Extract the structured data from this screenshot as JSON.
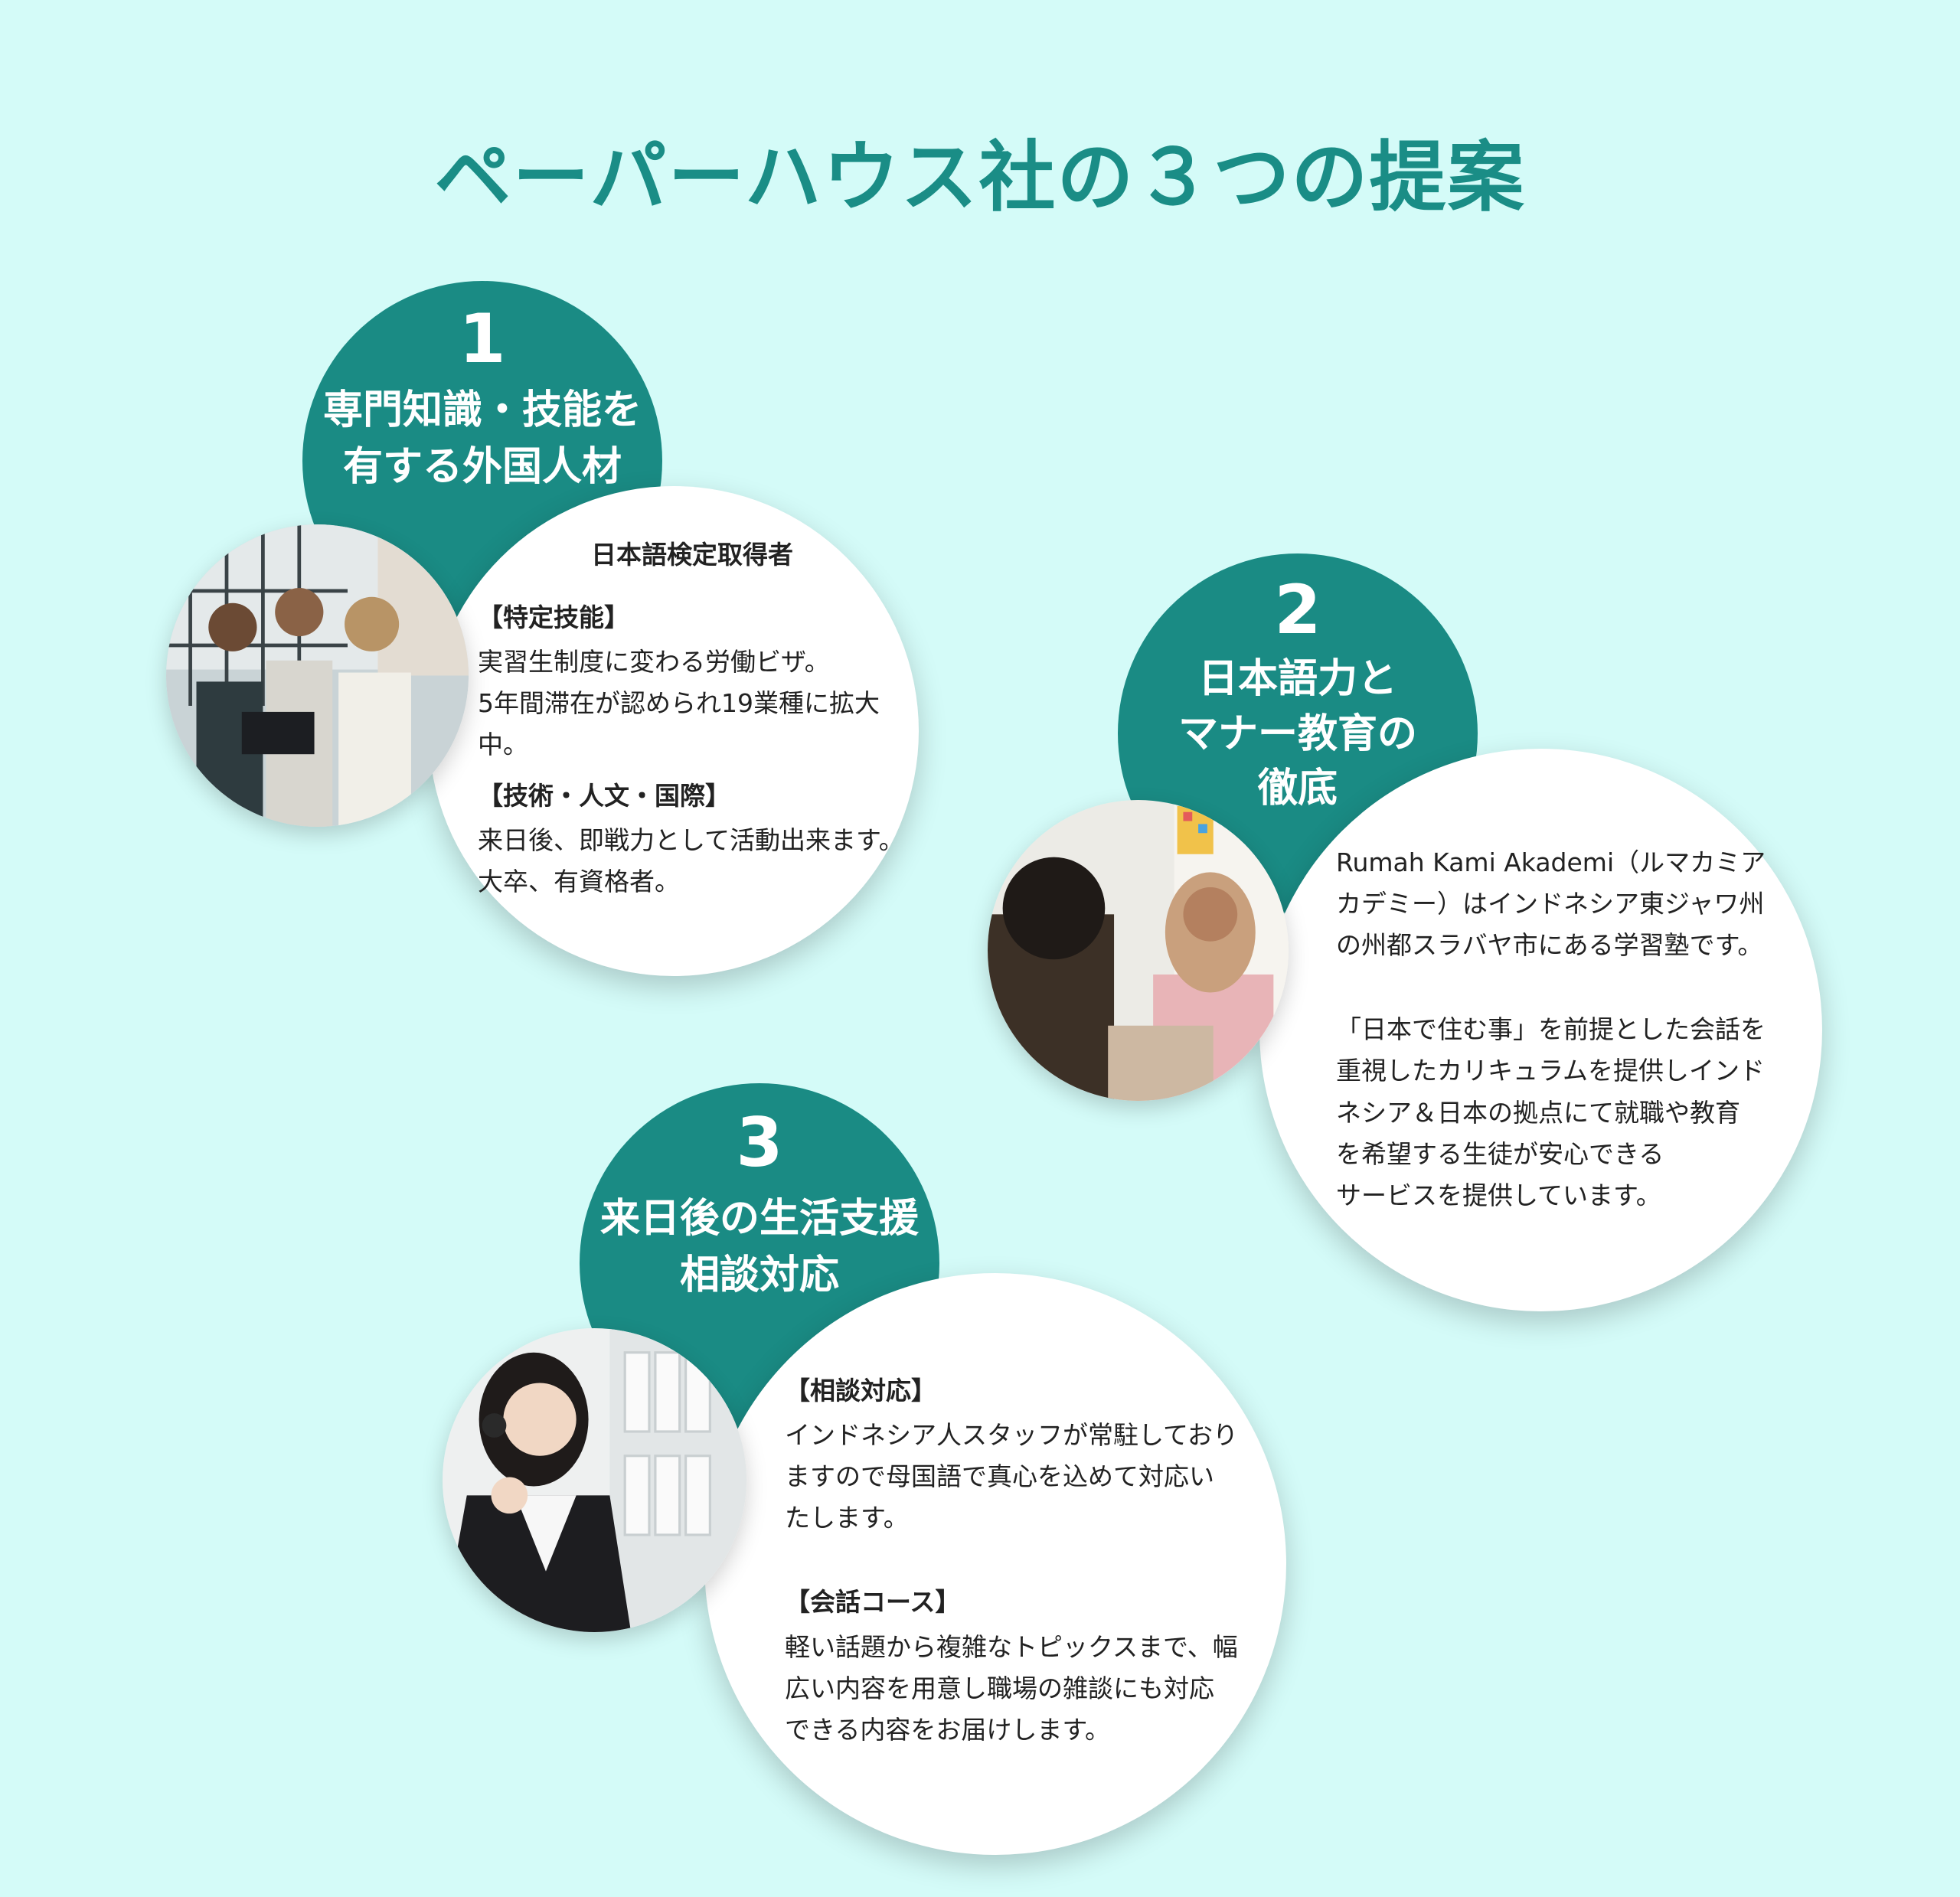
{
  "page": {
    "title": "ペーパーハウス社の３つの提案"
  },
  "colors": {
    "accent": "#1a8d86",
    "background": "#d4fbf8"
  },
  "proposals": [
    {
      "number": "1",
      "heading": [
        "専門知識・技能を",
        "有する外国人材"
      ],
      "subtitle": "日本語検定取得者",
      "sections": [
        {
          "label": "【特定技能】",
          "lines": [
            "実習生制度に変わる労働ビザ。",
            "5年間滞在が認められ19業種に拡大",
            "中。"
          ]
        },
        {
          "label": "【技術・人文・国際】",
          "lines": [
            "来日後、即戦力として活動出来ます。",
            "大卒、有資格者。"
          ]
        }
      ]
    },
    {
      "number": "2",
      "heading": [
        "日本語力と",
        "マナー教育の",
        "徹底"
      ],
      "paragraphs": [
        [
          "Rumah Kami Akademi（ルマカミア",
          "カデミー）はインドネシア東ジャワ州",
          "の州都スラバヤ市にある学習塾です。"
        ],
        [
          "「日本で住む事」を前提とした会話を",
          "重視したカリキュラムを提供しインド",
          "ネシア＆日本の拠点にて就職や教育",
          "を希望する生徒が安心できる",
          "サービスを提供しています。"
        ]
      ]
    },
    {
      "number": "3",
      "heading": [
        "来日後の生活支援",
        "相談対応"
      ],
      "sections": [
        {
          "label": "【相談対応】",
          "lines": [
            "インドネシア人スタッフが常駐しており",
            "ますので母国語で真心を込めて対応い",
            "たします。"
          ]
        },
        {
          "label": "【会話コース】",
          "lines": [
            "軽い話題から複雑なトピックスまで、幅",
            "広い内容を用意し職場の雑談にも対応",
            "できる内容をお届けします。"
          ]
        }
      ]
    }
  ]
}
